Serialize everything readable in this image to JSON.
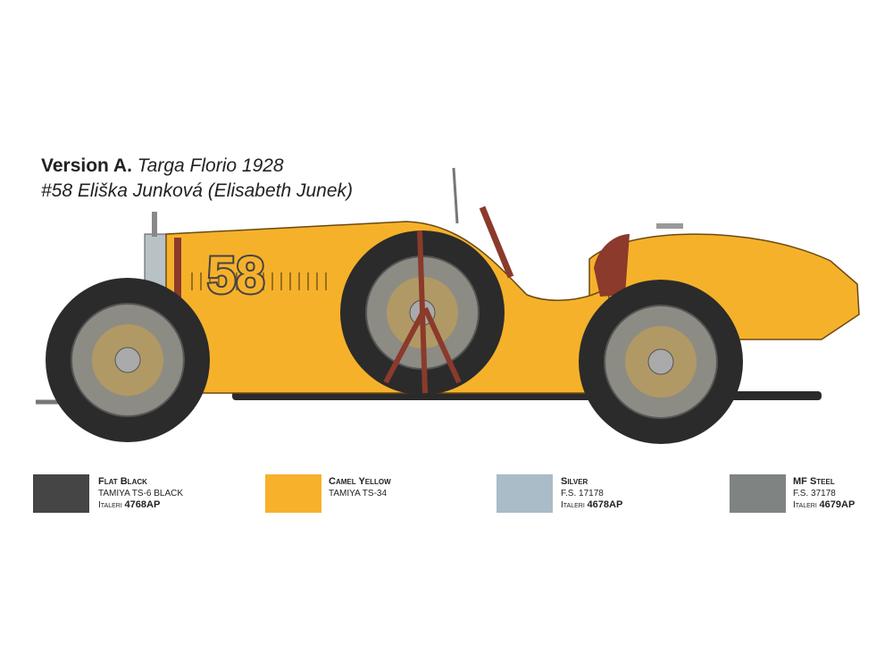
{
  "title": {
    "version_label": "Version A.",
    "event": "Targa Florio 1928",
    "driver": "#58 Eliška Junková (Elisabeth Junek)"
  },
  "car": {
    "race_number": "58",
    "body_color": "#f6b12b",
    "tire_color": "#2b2b2b",
    "wheel_color": "#8c8c84",
    "strap_color": "#8b3a2b"
  },
  "paints": [
    {
      "name": "Flat Black",
      "line1": "TAMIYA TS-6 BLACK",
      "brand": "Italeri",
      "code": "4768AP",
      "color": "#454545"
    },
    {
      "name": "Camel Yellow",
      "line1": "TAMIYA TS-34",
      "brand": "",
      "code": "",
      "color": "#f7b12b"
    },
    {
      "name": "Silver",
      "line1": "F.S. 17178",
      "brand": "Italeri",
      "code": "4678AP",
      "color": "#a9bcc7"
    },
    {
      "name": "MF Steel",
      "line1": "F.S. 37178",
      "brand": "Italeri",
      "code": "4679AP",
      "color": "#7f8482"
    }
  ]
}
